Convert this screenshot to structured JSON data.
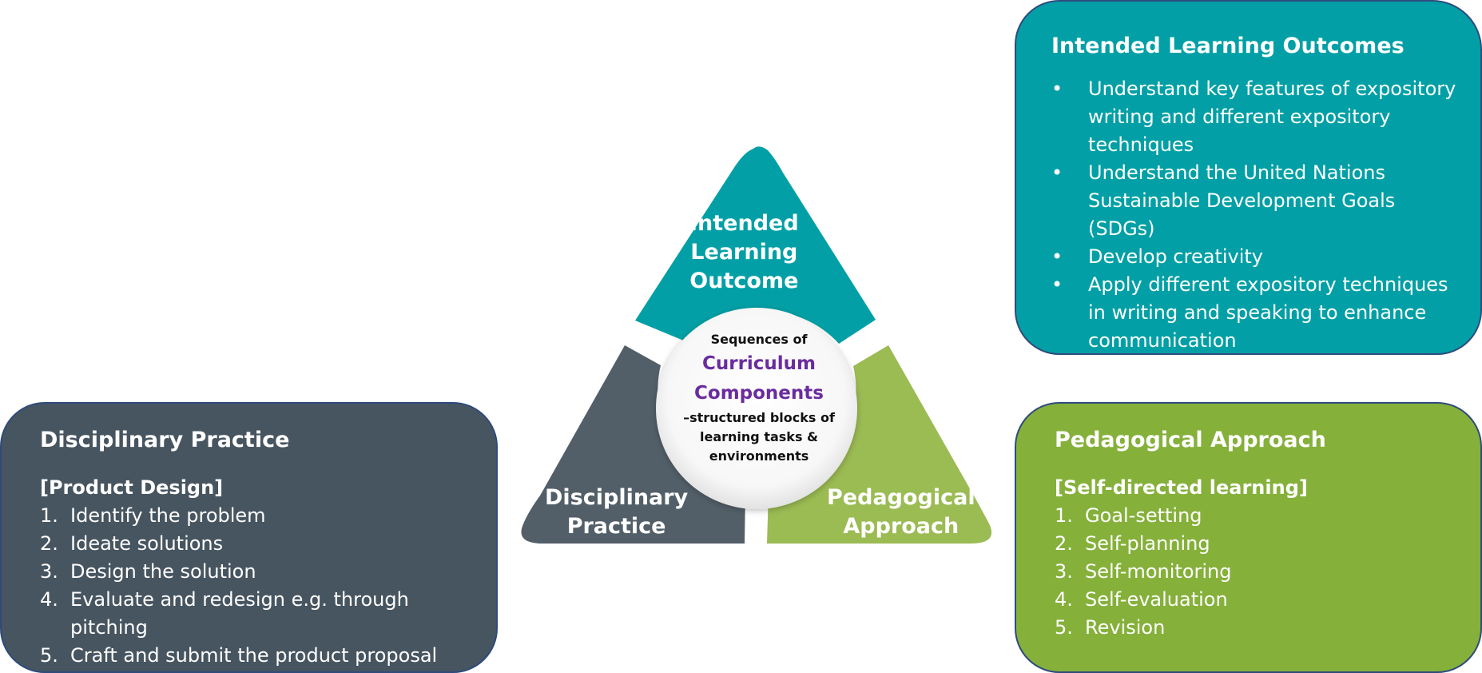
{
  "colors": {
    "teal": "#02a0a6",
    "slate": "#475560",
    "green": "#85b03a",
    "purple": "#6a2c9e",
    "border": "#2f4b7c"
  },
  "diagram": {
    "top_label": [
      "Intended",
      "Learning",
      "Outcome"
    ],
    "left_label": [
      "Disciplinary",
      "Practice"
    ],
    "right_label": [
      "Pedagogical",
      "Approach"
    ],
    "center": {
      "line1": "Sequences of",
      "line2": "Curriculum",
      "line3": "Components",
      "line4": "–structured blocks of",
      "line5": "learning tasks &",
      "line6": "environments"
    }
  },
  "ilo_panel": {
    "title": "Intended Learning Outcomes",
    "bullet": "•",
    "items": [
      "Understand key features of expository writing and different expository techniques",
      "Understand the United Nations Sustainable Development Goals (SDGs)",
      "Develop creativity",
      "Apply different expository techniques in writing and speaking to enhance communication"
    ]
  },
  "dp_panel": {
    "title": "Disciplinary Practice",
    "subtitle": "[Product Design]",
    "items": [
      {
        "num": "1.",
        "text": "Identify the problem"
      },
      {
        "num": "2.",
        "text": "Ideate solutions"
      },
      {
        "num": "3.",
        "text": "Design the solution"
      },
      {
        "num": "4.",
        "text": "Evaluate and redesign e.g. through pitching"
      },
      {
        "num": "5.",
        "text": "Craft and submit the product proposal"
      }
    ]
  },
  "pa_panel": {
    "title": "Pedagogical Approach",
    "subtitle": "[Self-directed learning]",
    "items": [
      {
        "num": "1.",
        "text": "Goal-setting"
      },
      {
        "num": "2.",
        "text": "Self-planning"
      },
      {
        "num": "3.",
        "text": "Self-monitoring"
      },
      {
        "num": "4.",
        "text": "Self-evaluation"
      },
      {
        "num": "5.",
        "text": "Revision"
      }
    ]
  }
}
